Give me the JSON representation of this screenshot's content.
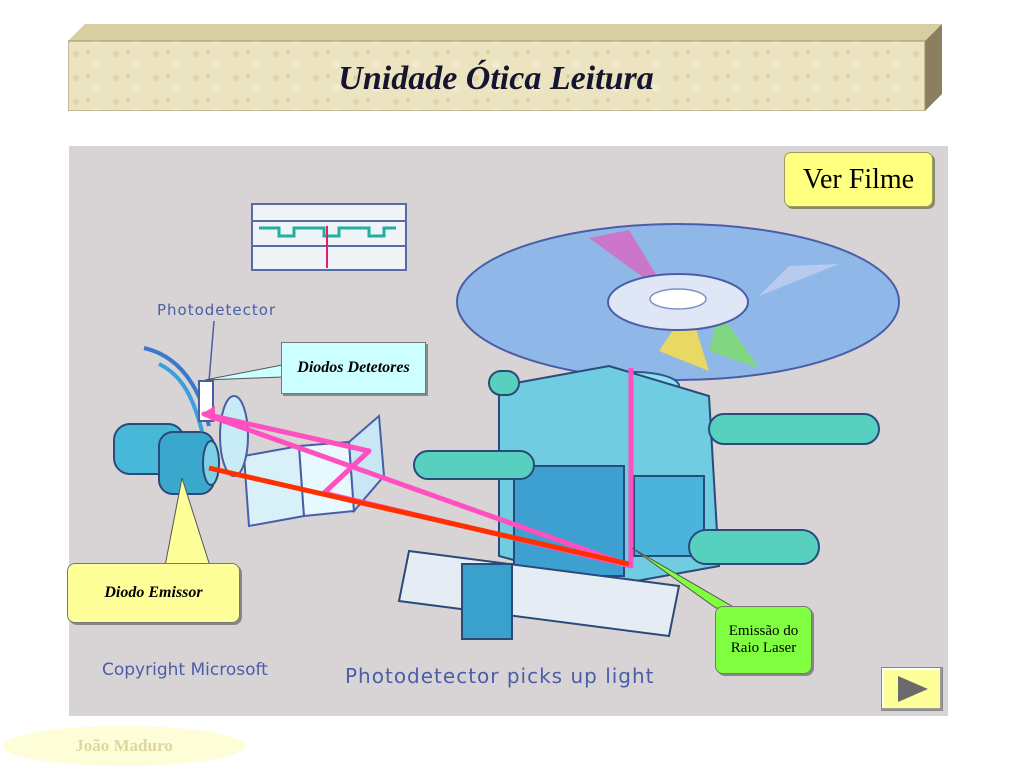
{
  "title": "Unidade Ótica Leitura",
  "figure": {
    "label_photodetector": "Photodetector",
    "caption": "Photodetector picks up light",
    "copyright": "Copyright Microsoft"
  },
  "callouts": {
    "diodos_detetores": "Diodos Detetores",
    "diodo_emissor": "Diodo Emissor",
    "emissao_line1": "Emissão do",
    "emissao_line2": "Raio Laser"
  },
  "buttons": {
    "ver_filme": "Ver Filme",
    "next_icon": "play-arrow-icon"
  },
  "footer": {
    "author": "João Maduro"
  },
  "colors": {
    "banner": "#e8dfb8",
    "callout_yellow": "#ffff99",
    "callout_cyan": "#ccffff",
    "callout_green": "#80ff40",
    "laser_pink": "#ff3fb4",
    "laser_red": "#ff3000"
  }
}
